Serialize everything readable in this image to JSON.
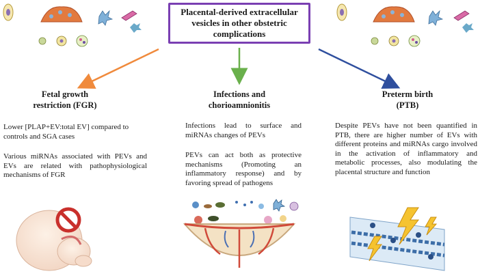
{
  "title": "Placental-derived extracellular vesicles in other obstetric complications",
  "columns": [
    {
      "heading_line1": "Fetal growth",
      "heading_line2": "restriction (FGR)",
      "para1": "Lower [PLAP+EV:total EV] compared to controls and SGA cases",
      "para2": "Various miRNAs associated with PEVs and EVs are related with pathophysiological mechanisms of FGR",
      "arrow_color": "#f08a3c",
      "illustration": "fetus-with-prohibition-sign"
    },
    {
      "heading_line1": "Infections and",
      "heading_line2": "chorioamnionitis",
      "para1": "Infections lead to surface and miRNAs changes of PEVs",
      "para2": "PEVs can act both as protective mechanisms (Promoting an inflammatory response) and by favoring spread of pathogens",
      "arrow_color": "#6ab04c",
      "illustration": "infected-placenta-with-pathogens"
    },
    {
      "heading_line1": "Preterm birth",
      "heading_line2": "(PTB)",
      "para1": "Despite PEVs have not been quantified in PTB, there are higher number of EVs with different proteins and miRNAs cargo involved in the activation of inflammatory and metabolic processes, also modulating the placental structure and function",
      "arrow_color": "#2f4f9e",
      "illustration": "vessel-with-lightning-inflammation"
    }
  ],
  "colors": {
    "title_border": "#7a3fb2",
    "placenta_red": "#d04a3a",
    "placenta_cream": "#f4e2c4"
  }
}
